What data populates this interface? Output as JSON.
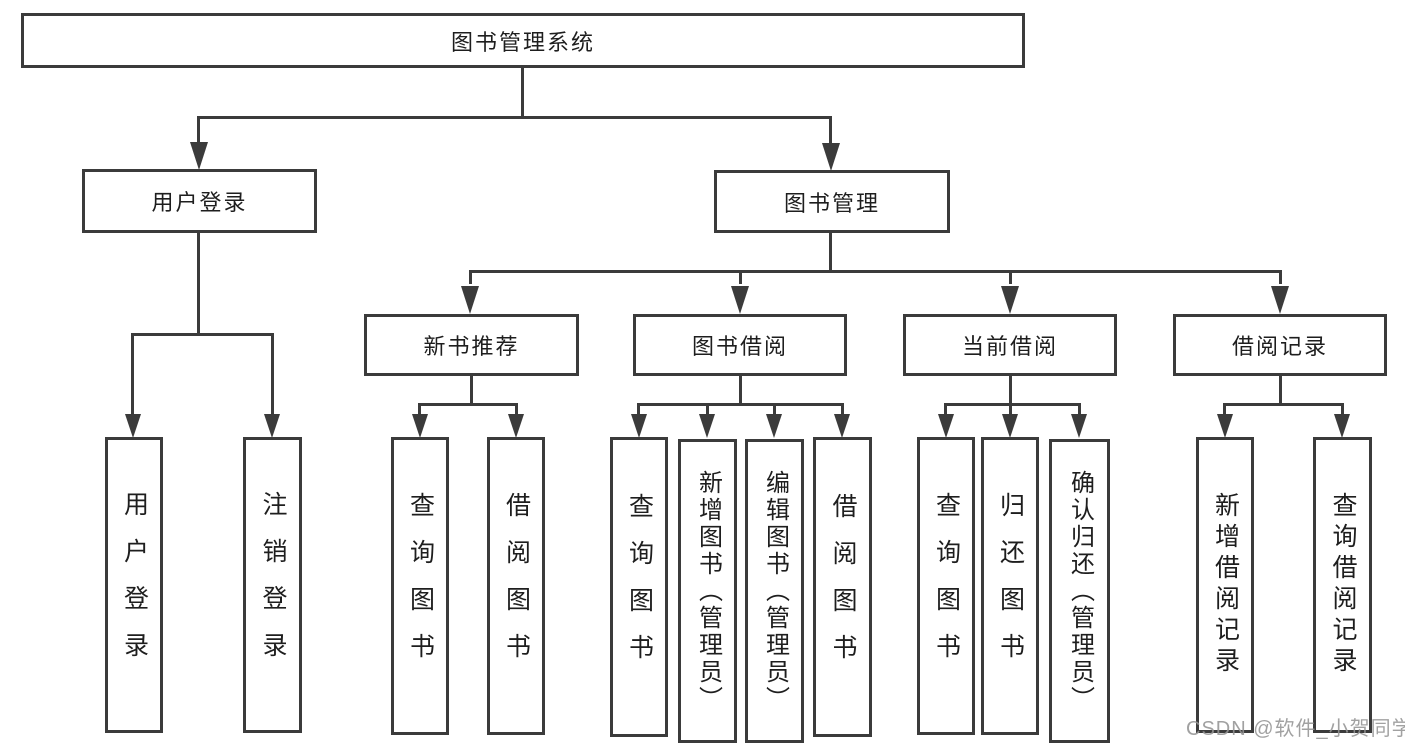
{
  "tree": {
    "label": "图书管理系统",
    "children": [
      {
        "label": "用户登录",
        "children": [
          {
            "label": "用户登录"
          },
          {
            "label": "注销登录"
          }
        ]
      },
      {
        "label": "图书管理",
        "children": [
          {
            "label": "新书推荐",
            "children": [
              {
                "label": "查询图书"
              },
              {
                "label": "借阅图书"
              }
            ]
          },
          {
            "label": "图书借阅",
            "children": [
              {
                "label": "查询图书"
              },
              {
                "label": "新增图书（管理员）"
              },
              {
                "label": "编辑图书（管理员）"
              },
              {
                "label": "借阅图书"
              }
            ]
          },
          {
            "label": "当前借阅",
            "children": [
              {
                "label": "查询图书"
              },
              {
                "label": "归还图书"
              },
              {
                "label": "确认归还（管理员）"
              }
            ]
          },
          {
            "label": "借阅记录",
            "children": [
              {
                "label": "新增借阅记录"
              },
              {
                "label": "查询借阅记录"
              }
            ]
          }
        ]
      }
    ]
  },
  "watermark": {
    "text": "CSDN @软件_小贺同学"
  },
  "colors": {
    "line": "#3b3b3b",
    "text": "#1e1e1e",
    "watermark": "#949494",
    "background": "#ffffff"
  }
}
